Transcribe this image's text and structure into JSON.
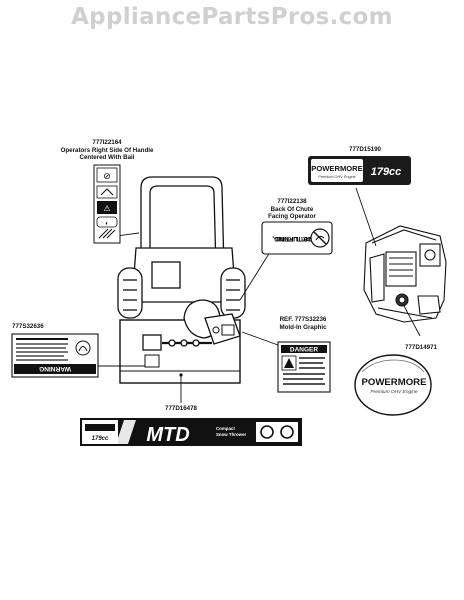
{
  "watermark": "AppliancePartsPros.com",
  "callouts": {
    "handle_decal": {
      "part": "777I22164",
      "line1": "Operators Right Side Of Handle",
      "line2": "Centered With Bail"
    },
    "chute_decal": {
      "part": "777I22138",
      "line1": "Back Of Chute",
      "line2": "Facing Operator",
      "text_a": "FOR TURNING,",
      "text_b": "NOT LIFTING"
    },
    "engine_decal": {
      "part": "777D15190",
      "brand": "POWERMORE",
      "tagline": "Premium OHV Engine",
      "size": "179cc"
    },
    "side_decal": {
      "part": "777S32636",
      "warning": "WARNING"
    },
    "molded": {
      "part": "REF. 777S32236",
      "desc": "Mold-In Graphic",
      "banner": "DANGER"
    },
    "engine_badge": {
      "part": "777D14971",
      "brand": "POWERMORE",
      "tagline": "Premium OHV Engine"
    },
    "auger_decal": {
      "part": "777D16478",
      "brand": "MTD",
      "sub1": "Compact",
      "sub2": "Snow Thrower",
      "size": "179cc"
    }
  },
  "colors": {
    "ink": "#111111",
    "gray": "#7a7a7a",
    "watermark": "#d0d0d0",
    "dark": "#1b1b1b"
  }
}
